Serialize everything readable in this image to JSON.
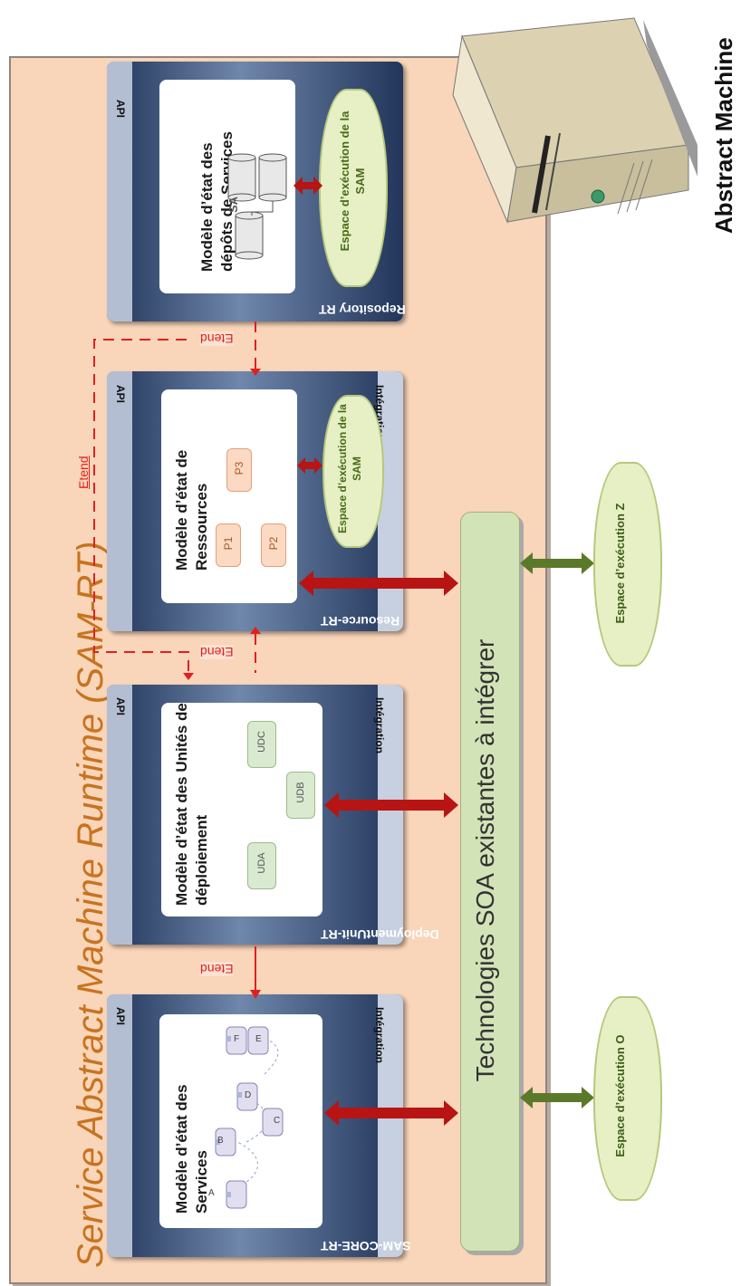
{
  "diagram": {
    "title": "Service Abstract Machine Runtime (SAM-RT)",
    "abstract_machine_label": "Abstract Machine",
    "soa_bar_label": "Technologies SOA existantes à intégrer",
    "extend_label": "Etend",
    "blocks": [
      {
        "name": "SAM-CORE-RT",
        "api_label": "API",
        "integration_label": "Intégration",
        "inner_title": "Modèle d’état des Services",
        "components": [
          "A",
          "B",
          "C",
          "D",
          "E",
          "F"
        ]
      },
      {
        "name": "DeploymentUnit-RT",
        "api_label": "API",
        "integration_label": "Intégration",
        "inner_title": "Modèle d’état des Unités de déploiement",
        "components": [
          "UDA",
          "UDB",
          "UDC"
        ]
      },
      {
        "name": "Resource-RT",
        "api_label": "API",
        "integration_label": "Intégration",
        "inner_title": "Modèle d’état de Ressources",
        "components": [
          "P1",
          "P2",
          "P3"
        ],
        "cloud_label": "Espace d’exécution de la SAM"
      },
      {
        "name": "Repository RT",
        "api_label": "API",
        "inner_title": "Modèle d’état des dépôts de Services",
        "components": [
          "SA"
        ],
        "cloud_label": "Espace d’exécution de la SAM"
      }
    ],
    "external_clouds": [
      {
        "label": "Espace d’exécution O"
      },
      {
        "label": "Espace d’exécution Z"
      }
    ],
    "colors": {
      "background_area": "#f9d5b9",
      "title": "#c8731f",
      "block_dark": "#2a3d66",
      "arrow_red": "#b81414",
      "arrow_green": "#5a7a2a",
      "extend_dashed": "#e02020"
    }
  }
}
